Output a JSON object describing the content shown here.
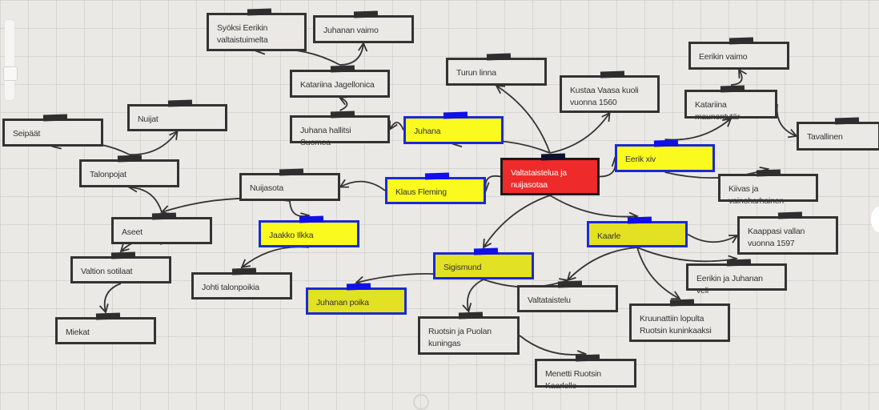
{
  "map": {
    "central": {
      "label": "Valtataistelua ja nuijasotaa",
      "color": "#ee2a2a"
    },
    "nodes": [
      {
        "id": "syoksi",
        "label": "Syöksi Eerikin valtaistuimelta",
        "style": "plain"
      },
      {
        "id": "juhanan_vaimo",
        "label": "Juhanan vaimo",
        "style": "plain"
      },
      {
        "id": "katariina_j",
        "label": "Katariina Jagellonica",
        "style": "plain"
      },
      {
        "id": "turun_linna",
        "label": "Turun linna",
        "style": "plain"
      },
      {
        "id": "kustaa",
        "label": "Kustaa Vaasa kuoli vuonna 1560",
        "style": "plain"
      },
      {
        "id": "eerikin_vaimo",
        "label": "Eerikin vaimo",
        "style": "plain"
      },
      {
        "id": "katariina_m",
        "label": "Katariina maunontytär",
        "style": "plain"
      },
      {
        "id": "tavallinen",
        "label": "Tavallinen",
        "style": "plain"
      },
      {
        "id": "juhana_hallitsi",
        "label": "Juhana hallitsi Suomea",
        "style": "plain"
      },
      {
        "id": "juhana",
        "label": "Juhana",
        "style": "yellow"
      },
      {
        "id": "nuijat",
        "label": "Nuijat",
        "style": "plain"
      },
      {
        "id": "seipaat",
        "label": "Seipäät",
        "style": "plain"
      },
      {
        "id": "eerik",
        "label": "Eerik xiv",
        "style": "yellow"
      },
      {
        "id": "talonpojat",
        "label": "Talonpojat",
        "style": "plain"
      },
      {
        "id": "kiivas",
        "label": "Kiivas ja vainoharhainen",
        "style": "plain"
      },
      {
        "id": "nuijasota",
        "label": "Nuijasota",
        "style": "plain"
      },
      {
        "id": "klaus",
        "label": "Klaus Fleming",
        "style": "yellow"
      },
      {
        "id": "kaarle",
        "label": "Kaarle",
        "style": "olive"
      },
      {
        "id": "kaappasi",
        "label": "Kaappasi vallan vuonna 1597",
        "style": "plain"
      },
      {
        "id": "aseet",
        "label": "Aseet",
        "style": "plain"
      },
      {
        "id": "jaakko",
        "label": "Jaakko Ilkka",
        "style": "yellow"
      },
      {
        "id": "sigismund",
        "label": "Sigismund",
        "style": "olive"
      },
      {
        "id": "eerikin_ja_juhanan",
        "label": "Eerikin ja Juhanan veli",
        "style": "plain"
      },
      {
        "id": "valtion_sotilaat",
        "label": "Valtion sotilaat",
        "style": "plain"
      },
      {
        "id": "johti",
        "label": "Johti talonpoikia",
        "style": "plain"
      },
      {
        "id": "juhanan_poika",
        "label": "Juhanan poika",
        "style": "olive"
      },
      {
        "id": "valtataistelu",
        "label": "Valtataistelu",
        "style": "plain"
      },
      {
        "id": "kruunattiin",
        "label": "Kruunattiin lopulta Ruotsin kuninkaaksi",
        "style": "plain"
      },
      {
        "id": "miekat",
        "label": "Miekat",
        "style": "plain"
      },
      {
        "id": "ruotsin_puolan",
        "label": "Ruotsin ja Puolan kuningas",
        "style": "plain"
      },
      {
        "id": "menetti",
        "label": "Menetti Ruotsin Kaarlelle",
        "style": "plain"
      }
    ],
    "connections": [
      [
        "central",
        "juhana"
      ],
      [
        "central",
        "klaus"
      ],
      [
        "central",
        "eerik"
      ],
      [
        "central",
        "kaarle"
      ],
      [
        "central",
        "sigismund"
      ],
      [
        "central",
        "turun_linna"
      ],
      [
        "central",
        "kustaa"
      ],
      [
        "juhana",
        "juhana_hallitsi"
      ],
      [
        "juhana_hallitsi",
        "katariina_j"
      ],
      [
        "katariina_j",
        "juhanan_vaimo"
      ],
      [
        "katariina_j",
        "syoksi"
      ],
      [
        "eerik",
        "katariina_m"
      ],
      [
        "eerik",
        "kiivas"
      ],
      [
        "katariina_m",
        "eerikin_vaimo"
      ],
      [
        "katariina_m",
        "tavallinen"
      ],
      [
        "klaus",
        "nuijasota"
      ],
      [
        "nuijasota",
        "jaakko"
      ],
      [
        "nuijasota",
        "aseet"
      ],
      [
        "jaakko",
        "johti"
      ],
      [
        "aseet",
        "talonpojat"
      ],
      [
        "aseet",
        "valtion_sotilaat"
      ],
      [
        "talonpojat",
        "seipaat"
      ],
      [
        "talonpojat",
        "nuijat"
      ],
      [
        "valtion_sotilaat",
        "miekat"
      ],
      [
        "kaarle",
        "kaappasi"
      ],
      [
        "kaarle",
        "eerikin_ja_juhanan"
      ],
      [
        "kaarle",
        "kruunattiin"
      ],
      [
        "kaarle",
        "valtataistelu"
      ],
      [
        "sigismund",
        "juhanan_poika"
      ],
      [
        "sigismund",
        "valtataistelu"
      ],
      [
        "sigismund",
        "ruotsin_puolan"
      ],
      [
        "ruotsin_puolan",
        "menetti"
      ]
    ]
  },
  "controls": {
    "zoom_slider_value": 0.55
  }
}
